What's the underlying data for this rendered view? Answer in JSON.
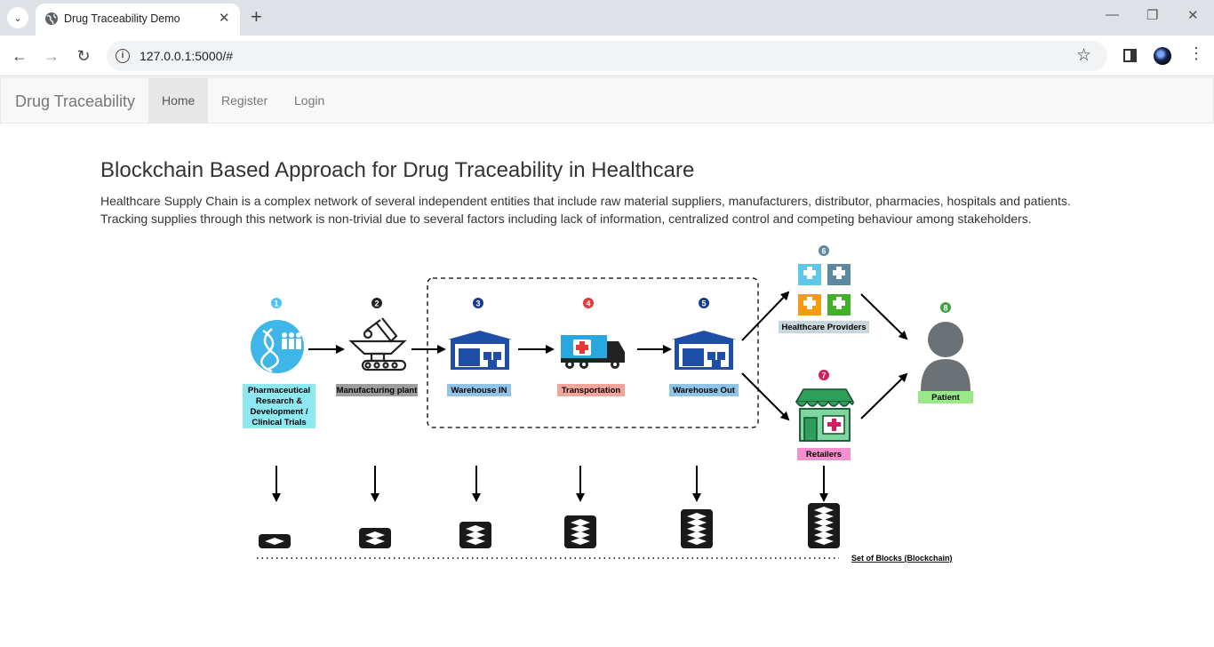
{
  "browser": {
    "tab_title": "Drug Traceability Demo",
    "url": "127.0.0.1:5000/#"
  },
  "navbar": {
    "brand": "Drug Traceability",
    "items": [
      {
        "label": "Home",
        "active": true
      },
      {
        "label": "Register",
        "active": false
      },
      {
        "label": "Login",
        "active": false
      }
    ]
  },
  "content": {
    "heading": "Blockchain Based Approach for Drug Traceability in Healthcare",
    "paragraph_line1": "Healthcare Supply Chain is a complex network of several independent entities that include raw material suppliers, manufacturers, distributor, pharmacies, hospitals and patients.",
    "paragraph_line2": "Tracking supplies through this network is non-trivial due to several factors including lack of information, centralized control and competing behaviour among stakeholders."
  },
  "diagram": {
    "stages": [
      {
        "num": "1",
        "label": [
          "Pharmaceutical",
          "Research &",
          "Development /",
          "Clinical Trials"
        ],
        "num_color": "#4fc3f7",
        "label_bg": "#8ee8f2"
      },
      {
        "num": "2",
        "label": [
          "Manufacturing plant"
        ],
        "num_color": "#222222",
        "label_bg": "#9e9e9e"
      },
      {
        "num": "3",
        "label": [
          "Warehouse IN"
        ],
        "num_color": "#1a3a8c",
        "label_bg": "#8fc4e8"
      },
      {
        "num": "4",
        "label": [
          "Transportation"
        ],
        "num_color": "#e53935",
        "label_bg": "#f4a59a"
      },
      {
        "num": "5",
        "label": [
          "Warehouse Out"
        ],
        "num_color": "#1a3a8c",
        "label_bg": "#8fc4e8"
      },
      {
        "num": "6",
        "label": [
          "Healthcare Providers"
        ],
        "num_color": "#5b8aa0",
        "label_bg": "#c7d7dd"
      },
      {
        "num": "7",
        "label": [
          "Retailers"
        ],
        "num_color": "#d81b60",
        "label_bg": "#f48fd0"
      },
      {
        "num": "8",
        "label": [
          "Patient"
        ],
        "num_color": "#43a047",
        "label_bg": "#9be88a"
      }
    ],
    "blockchain_label": "Set of Blocks (Blockchain)"
  }
}
